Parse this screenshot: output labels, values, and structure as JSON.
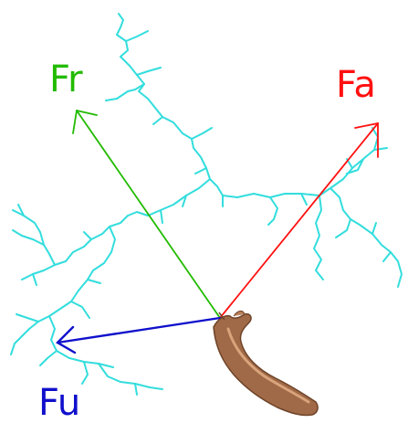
{
  "labels": {
    "fr": "Fr",
    "fa": "Fa",
    "fu": "Fu"
  },
  "colors": {
    "fr": "#22bb00",
    "fa": "#ff1010",
    "fu": "#1010cc",
    "lightning": "#33dddd",
    "skin": "#a06a48"
  },
  "icons": {
    "hand": "arm-hand-icon"
  }
}
